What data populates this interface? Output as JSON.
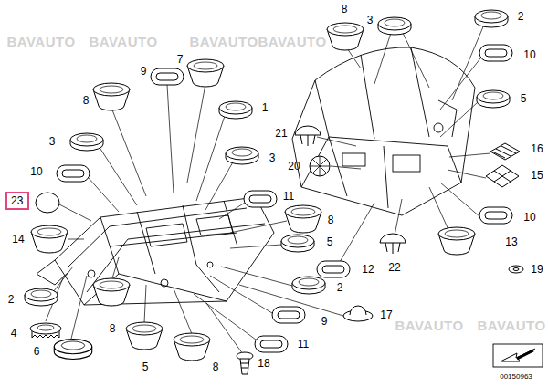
{
  "diagram": {
    "nodes": [
      {
        "text": [
          "23"
        ]
      }
    ],
    "labels": [
      "8",
      "3",
      "2",
      "7",
      "9",
      "10",
      "8",
      "1",
      "5",
      "3",
      "21",
      "3",
      "16",
      "20",
      "10",
      "15",
      "11",
      "8",
      "10",
      "14",
      "5",
      "13",
      "12",
      "22",
      "19",
      "2",
      "2",
      "8",
      "9",
      "17",
      "4",
      "6",
      "5",
      "8",
      "11",
      "18",
      "00150963",
      "BAVAUTO",
      "BAVAUTO",
      "BAVAUTO",
      "BAVAUTO",
      "BAVAUTO",
      "BAVAUTO"
    ]
  }
}
